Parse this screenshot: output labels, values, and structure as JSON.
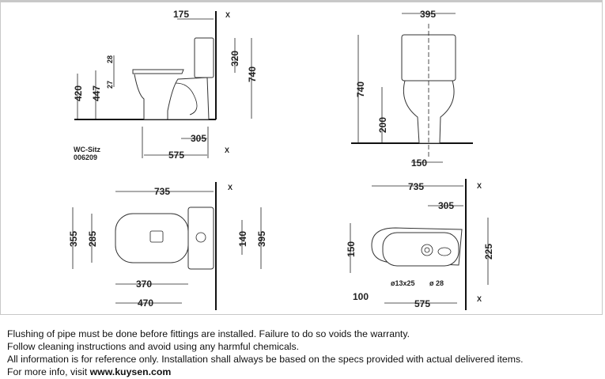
{
  "side_view": {
    "d175": "175",
    "d320": "320",
    "d740": "740",
    "d28": "28",
    "d27": "27",
    "d420": "420",
    "d447": "447",
    "d305": "305",
    "d575": "575",
    "x1": "X",
    "x2": "X",
    "seat_label": "WC-Sitz",
    "seat_number": "006209"
  },
  "front_view": {
    "d395": "395",
    "d740": "740",
    "d200": "200",
    "d150": "150"
  },
  "top_view": {
    "d735": "735",
    "d355": "355",
    "d285": "285",
    "d140": "140",
    "d395": "395",
    "d370": "370",
    "d470": "470",
    "x": "X"
  },
  "plan_view": {
    "d735": "735",
    "d305": "305",
    "d150": "150",
    "d225": "225",
    "d100": "100",
    "d575": "575",
    "hole1": "ø13x25",
    "hole2": "ø 28",
    "x1": "X",
    "x2": "X"
  },
  "notes": {
    "line1": "Flushing of pipe must be done before fittings are installed. Failure to do so voids the warranty.",
    "line2": "Follow cleaning instructions and avoid using any harmful chemicals.",
    "line3": "All information is for reference only. Installation shall always be based on the specs provided with actual delivered items.",
    "line4_prefix": "For more info, visit ",
    "line4_link": "www.kuysen.com"
  }
}
